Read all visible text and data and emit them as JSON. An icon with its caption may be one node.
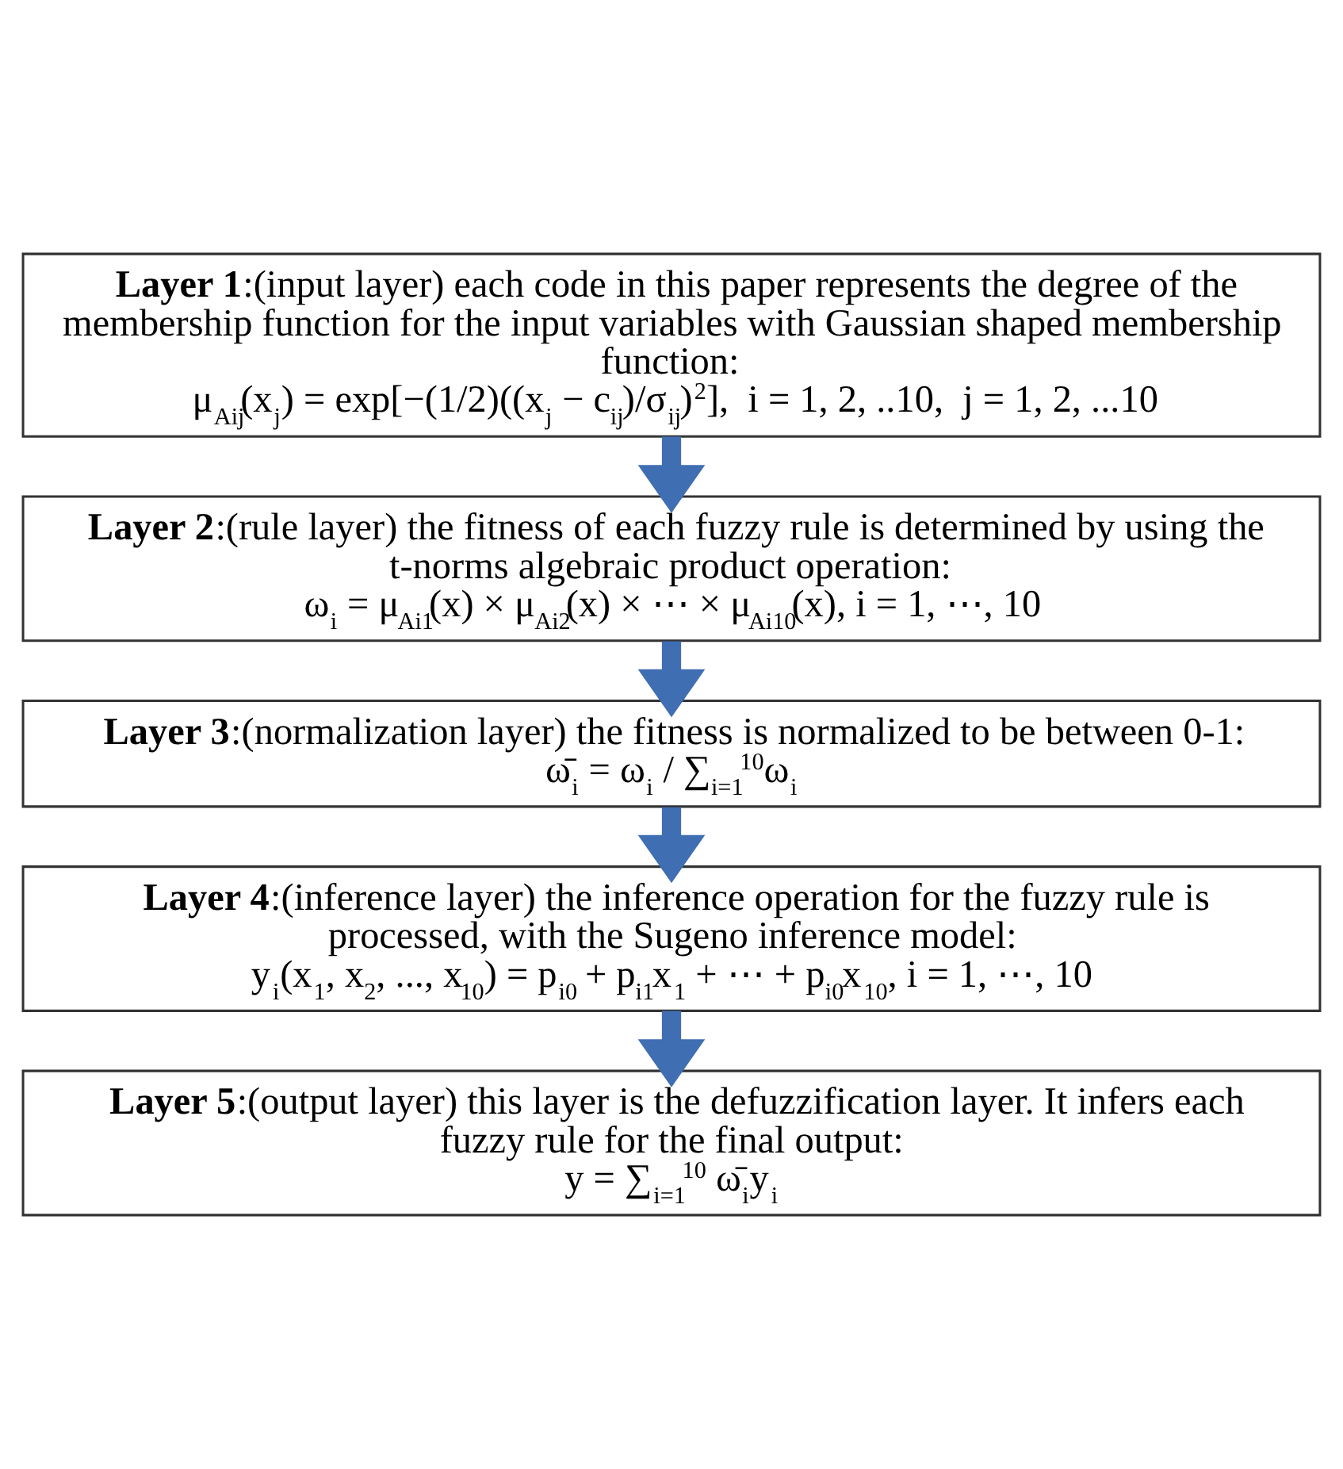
{
  "diagram": {
    "nodes": [
      {
        "text": [
          "**Layer 1**:(input layer) each code in this paper represents the degree of the membership function for the input variables with Gaussian shaped membership function:",
          "μ$_{Aij}$(x$_{j}$) = exp[−(1/2)((x$_{j}$ − c$_{ij}$)/σ$_{ij}$)$^{2}$],  i = 1, 2, ..10,  j = 1, 2, ...10"
        ]
      },
      {
        "text": [
          "**Layer 2**:(rule layer) the fitness of each fuzzy rule is determined by using the t-norms algebraic product operation:",
          "ω$_{i}$ = μ$_{Ai1}$(x) × μ$_{Ai2}$(x) × ⋯ × μ$_{Ai10}$(x), i = 1, ⋯, 10"
        ]
      },
      {
        "text": [
          "**Layer 3**:(normalization layer) the fitness is normalized to be between 0-1:",
          "ω̄$_{i}$ = ω$_{i}$ / ∑$_{i=1}$$^{10}$ω$_{i}$"
        ]
      },
      {
        "text": [
          "**Layer 4**:(inference layer) the inference operation for the fuzzy rule is processed, with the Sugeno inference model:",
          "y$_{i}$(x$_{1}$, x$_{2}$, ..., x$_{10}$) = p$_{i0}$ + p$_{i1}$x$_{1}$ + ⋯ + p$_{i0}$x$_{10}$, i = 1, ⋯, 10"
        ]
      },
      {
        "text": [
          "**Layer 5**:(output layer) this layer is the defuzzification layer. It infers each fuzzy rule for the final output:",
          "y = ∑$_{i=1}$$^{10}$ ω̄$_{i}$y$_{i}$"
        ]
      }
    ],
    "edges": [
      {
        "from": 0,
        "to": 1,
        "arrow": "to"
      },
      {
        "from": 1,
        "to": 2,
        "arrow": "to"
      },
      {
        "from": 2,
        "to": 3,
        "arrow": "to"
      },
      {
        "from": 3,
        "to": 4,
        "arrow": "to"
      }
    ]
  }
}
